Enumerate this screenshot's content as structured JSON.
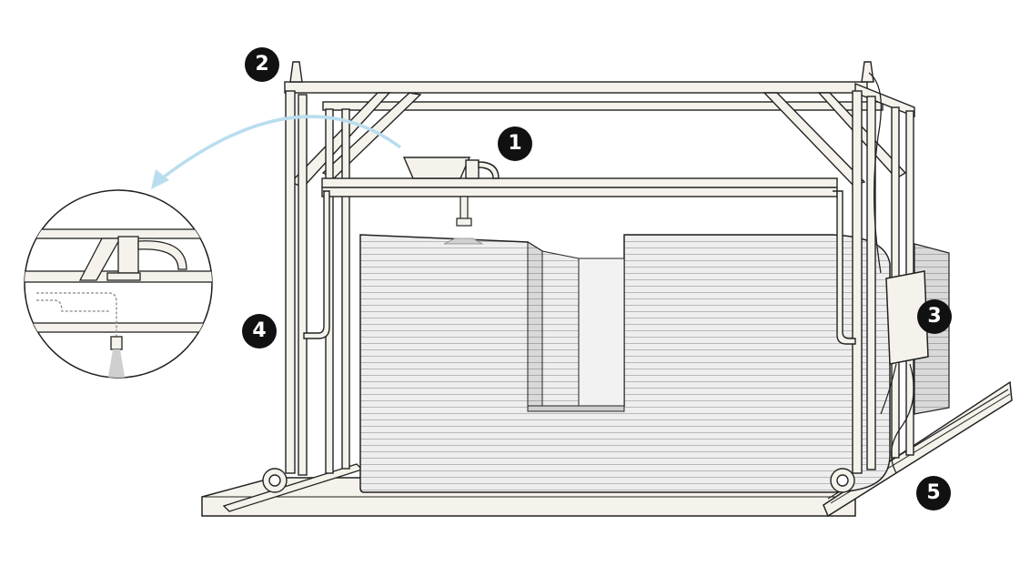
{
  "callouts": [
    {
      "id": "1",
      "label": "1"
    },
    {
      "id": "2",
      "label": "2"
    },
    {
      "id": "3",
      "label": "3"
    },
    {
      "id": "4",
      "label": "4"
    },
    {
      "id": "5",
      "label": "5"
    }
  ],
  "colors": {
    "frame_fill": "#f4f2ea",
    "stroke": "#222222",
    "wall_fill": "#e6e6e6",
    "wall_lines": "#b8b8b8",
    "arrow": "#b9ddef",
    "badge": "#111111"
  },
  "icons": [
    "gantry-frame",
    "print-head",
    "hopper",
    "control-box",
    "guide-rail",
    "zoom-inset",
    "curved-arrow"
  ]
}
